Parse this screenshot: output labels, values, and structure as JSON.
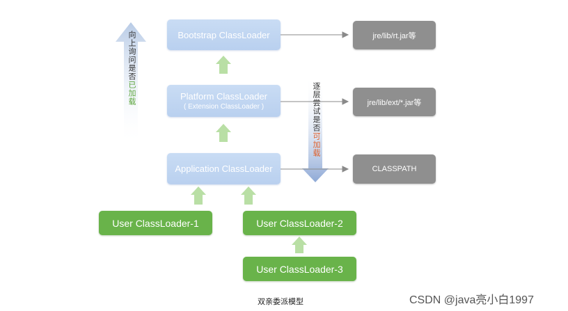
{
  "loaders": {
    "bootstrap": "Bootstrap ClassLoader",
    "platform": "Platform ClassLoader",
    "platform_sub": "( Extension ClassLoader )",
    "application": "Application ClassLoader",
    "user1": "User ClassLoader-1",
    "user2": "User ClassLoader-2",
    "user3": "User ClassLoader-3"
  },
  "paths": {
    "rt": "jre/lib/rt.jar等",
    "ext": "jre/lib/ext/*.jar等",
    "classpath": "CLASSPATH"
  },
  "up_arrow": {
    "text_normal": "向上询问是否",
    "text_highlight": "已加载",
    "highlight_color": "#5aa43a"
  },
  "down_arrow": {
    "text_normal": "逐层尝试是否",
    "text_highlight": "可加载",
    "highlight_color": "#e0602a"
  },
  "caption": "双亲委派模型",
  "watermark": "CSDN @java亮小白1997",
  "colors": {
    "loader_blue": "#c3d7f2",
    "path_gray": "#8f8f8f",
    "user_green": "#69b34a",
    "arrow_up_green": "#b9dfa5",
    "side_arrow_blue": "#b8cbe6",
    "down_arrow_blue": "#8ea9d6"
  }
}
